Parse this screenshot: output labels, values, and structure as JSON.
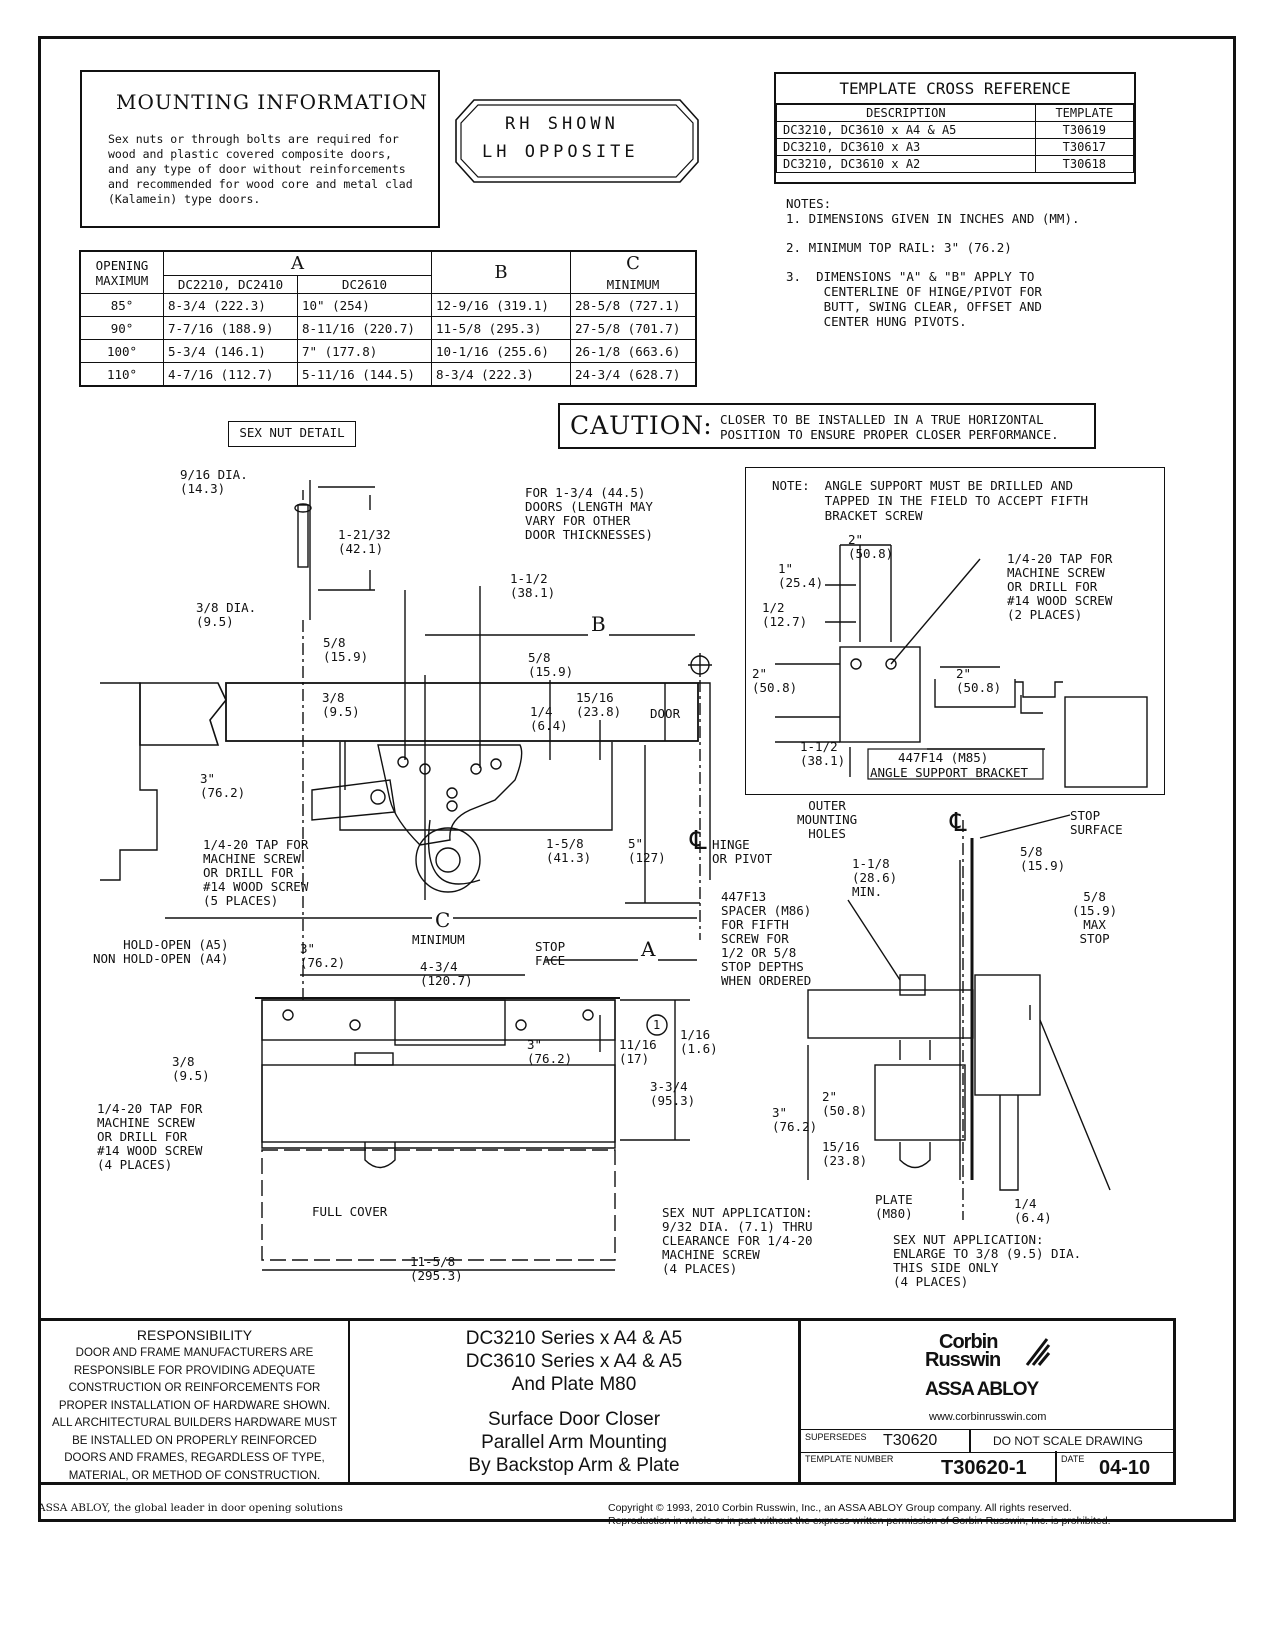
{
  "mounting": {
    "title": "MOUNTING INFORMATION",
    "text": "Sex nuts or through bolts are required for wood and plastic covered composite doors, and any type of door without reinforcements and recommended for wood core and metal clad (Kalamein) type doors."
  },
  "hand": {
    "line1": "RH SHOWN",
    "line2": "LH OPPOSITE"
  },
  "xref": {
    "title": "TEMPLATE CROSS REFERENCE",
    "col_desc": "DESCRIPTION",
    "col_tmpl": "TEMPLATE",
    "rows": [
      {
        "desc": "DC3210, DC3610 x A4 & A5",
        "tmpl": "T30619"
      },
      {
        "desc": "DC3210, DC3610 x A3",
        "tmpl": "T30617"
      },
      {
        "desc": "DC3210, DC3610 x A2",
        "tmpl": "T30618"
      }
    ]
  },
  "notes": {
    "title": "NOTES:",
    "items": [
      "1.  DIMENSIONS GIVEN IN INCHES AND (MM).",
      "2.  MINIMUM TOP RAIL:  3\" (76.2)",
      "3.  DIMENSIONS \"A\" & \"B\" APPLY TO\n     CENTERLINE OF HINGE/PIVOT FOR\n     BUTT, SWING CLEAR, OFFSET AND\n     CENTER HUNG PIVOTS."
    ]
  },
  "dims": {
    "h_opening": "OPENING\nMAXIMUM",
    "h_a": "A",
    "h_a1": "DC2210, DC2410",
    "h_a2": "DC2610",
    "h_b": "B",
    "h_c": "C",
    "h_c_sub": "MINIMUM",
    "rows": [
      {
        "open": "85°",
        "a1": "8-3/4 (222.3)",
        "a2": "10\" (254)",
        "b": "12-9/16 (319.1)",
        "c": "28-5/8 (727.1)"
      },
      {
        "open": "90°",
        "a1": "7-7/16 (188.9)",
        "a2": "8-11/16 (220.7)",
        "b": "11-5/8 (295.3)",
        "c": "27-5/8 (701.7)"
      },
      {
        "open": "100°",
        "a1": "5-3/4 (146.1)",
        "a2": "7\" (177.8)",
        "b": "10-1/16 (255.6)",
        "c": "26-1/8 (663.6)"
      },
      {
        "open": "110°",
        "a1": "4-7/16 (112.7)",
        "a2": "5-11/16 (144.5)",
        "b": "8-3/4 (222.3)",
        "c": "24-3/4 (628.7)"
      }
    ]
  },
  "caution": {
    "label": "CAUTION:",
    "text": "CLOSER TO BE INSTALLED IN A TRUE HORIZONTAL\nPOSITION TO ENSURE PROPER CLOSER PERFORMANCE."
  },
  "sexnut_detail": "SEX NUT DETAIL",
  "bracket": {
    "note": "NOTE:  ANGLE SUPPORT MUST BE DRILLED AND\n       TAPPED IN THE FIELD TO ACCEPT FIFTH\n       BRACKET SCREW",
    "part": "447F14 (M85)",
    "part_name": "ANGLE SUPPORT BRACKET",
    "labels": {
      "d2a": "2\"\n(50.8)",
      "d1": "1\"\n(25.4)",
      "d12": "1/2\n(12.7)",
      "d2b": "2\"\n(50.8)",
      "d2c": "2\"\n(50.8)",
      "d112": "1-1/2\n(38.1)",
      "tap": "1/4-20 TAP FOR\nMACHINE SCREW\nOR DRILL FOR\n#14 WOOD SCREW\n(2 PLACES)"
    }
  },
  "drawing": {
    "dia916": "9/16 DIA.\n(14.3)",
    "d12132": "1-21/32\n(42.1)",
    "doors": "FOR 1-3/4 (44.5)\nDOORS (LENGTH MAY\nVARY FOR OTHER\nDOOR THICKNESSES)",
    "dia38": "3/8 DIA.\n(9.5)",
    "d112": "1-1/2\n(38.1)",
    "b": "B",
    "d58a": "5/8\n(15.9)",
    "d58b": "5/8\n(15.9)",
    "d38": "3/8\n(9.5)",
    "d14": "1/4\n(6.4)",
    "d1516": "15/16\n(23.8)",
    "door": "DOOR",
    "d3": "3\"\n(76.2)",
    "tap5": "1/4-20 TAP FOR\nMACHINE SCREW\nOR DRILL FOR\n#14 WOOD SCREW\n(5 PLACES)",
    "d158": "1-5/8\n(41.3)",
    "d5": "5\"\n(127)",
    "hinge": "HINGE\nOR PIVOT",
    "c": "C",
    "c_min": "MINIMUM",
    "holdopen": "HOLD-OPEN (A5)\nNON HOLD-OPEN (A4)",
    "d3b": "3\"\n(76.2)",
    "d434": "4-3/4\n(120.7)",
    "stopface": "STOP\nFACE",
    "a": "A",
    "d38b": "3/8\n(9.5)",
    "tap4": "1/4-20 TAP FOR\nMACHINE SCREW\nOR DRILL FOR\n#14 WOOD SCREW\n(4 PLACES)",
    "d3c": "3\"\n(76.2)",
    "d1116": "11/16\n(17)",
    "d116": "1/16\n(1.6)",
    "circle1": "1",
    "d334": "3-3/4\n(95.3)",
    "fullcover": "FULL COVER",
    "d1158": "11-5/8\n(295.3)",
    "sexnut1": "SEX NUT APPLICATION:\n9/32 DIA. (7.1) THRU\nCLEARANCE FOR 1/4-20\nMACHINE SCREW\n(4 PLACES)"
  },
  "side": {
    "outer": "OUTER\nMOUNTING\nHOLES",
    "stop": "STOP\nSURFACE",
    "d58": "5/8\n(15.9)",
    "d118": "1-1/8\n(28.6)\nMIN.",
    "d58max": "5/8\n(15.9)\nMAX\nSTOP",
    "spacer": "447F13\nSPACER (M86)\nFOR FIFTH\nSCREW FOR\n1/2 OR 5/8\nSTOP DEPTHS\nWHEN ORDERED",
    "d2": "2\"\n(50.8)",
    "d3": "3\"\n(76.2)",
    "d1516": "15/16\n(23.8)",
    "plate": "PLATE\n(M80)",
    "d14": "1/4\n(6.4)",
    "sexnut2": "SEX NUT APPLICATION:\nENLARGE TO 3/8 (9.5) DIA.\nTHIS SIDE ONLY\n(4 PLACES)",
    "cl": "℄"
  },
  "title_block": {
    "resp_title": "RESPONSIBILITY",
    "resp_text": "DOOR AND FRAME MANUFACTURERS ARE\nRESPONSIBLE FOR PROVIDING ADEQUATE\nCONSTRUCTION OR REINFORCEMENTS FOR\nPROPER INSTALLATION OF HARDWARE SHOWN.\nALL ARCHITECTURAL BUILDERS HARDWARE MUST\nBE INSTALLED ON PROPERLY REINFORCED\nDOORS AND FRAMES, REGARDLESS OF TYPE,\nMATERIAL, OR METHOD OF CONSTRUCTION.",
    "product": "DC3210 Series x A4 & A5\nDC3610 Series x A4 & A5\nAnd Plate M80",
    "desc": "Surface Door Closer\nParallel Arm Mounting\nBy Backstop Arm & Plate",
    "brand1": "Corbin",
    "brand2": "Russwin",
    "group": "ASSA ABLOY",
    "website": "www.corbinrusswin.com",
    "supersedes_label": "SUPERSEDES",
    "supersedes": "T30620",
    "noscale": "DO NOT SCALE DRAWING",
    "tmpl_label": "TEMPLATE NUMBER",
    "tmpl": "T30620-1",
    "date_label": "DATE",
    "date": "04-10"
  },
  "footer": {
    "left": "ASSA ABLOY, the global leader in door opening solutions",
    "right": "Copyright © 1993, 2010 Corbin Russwin, Inc., an ASSA ABLOY Group company. All rights reserved.\nReproduction in whole or in part without the express written permission of Corbin Russwin, Inc. is prohibited."
  }
}
